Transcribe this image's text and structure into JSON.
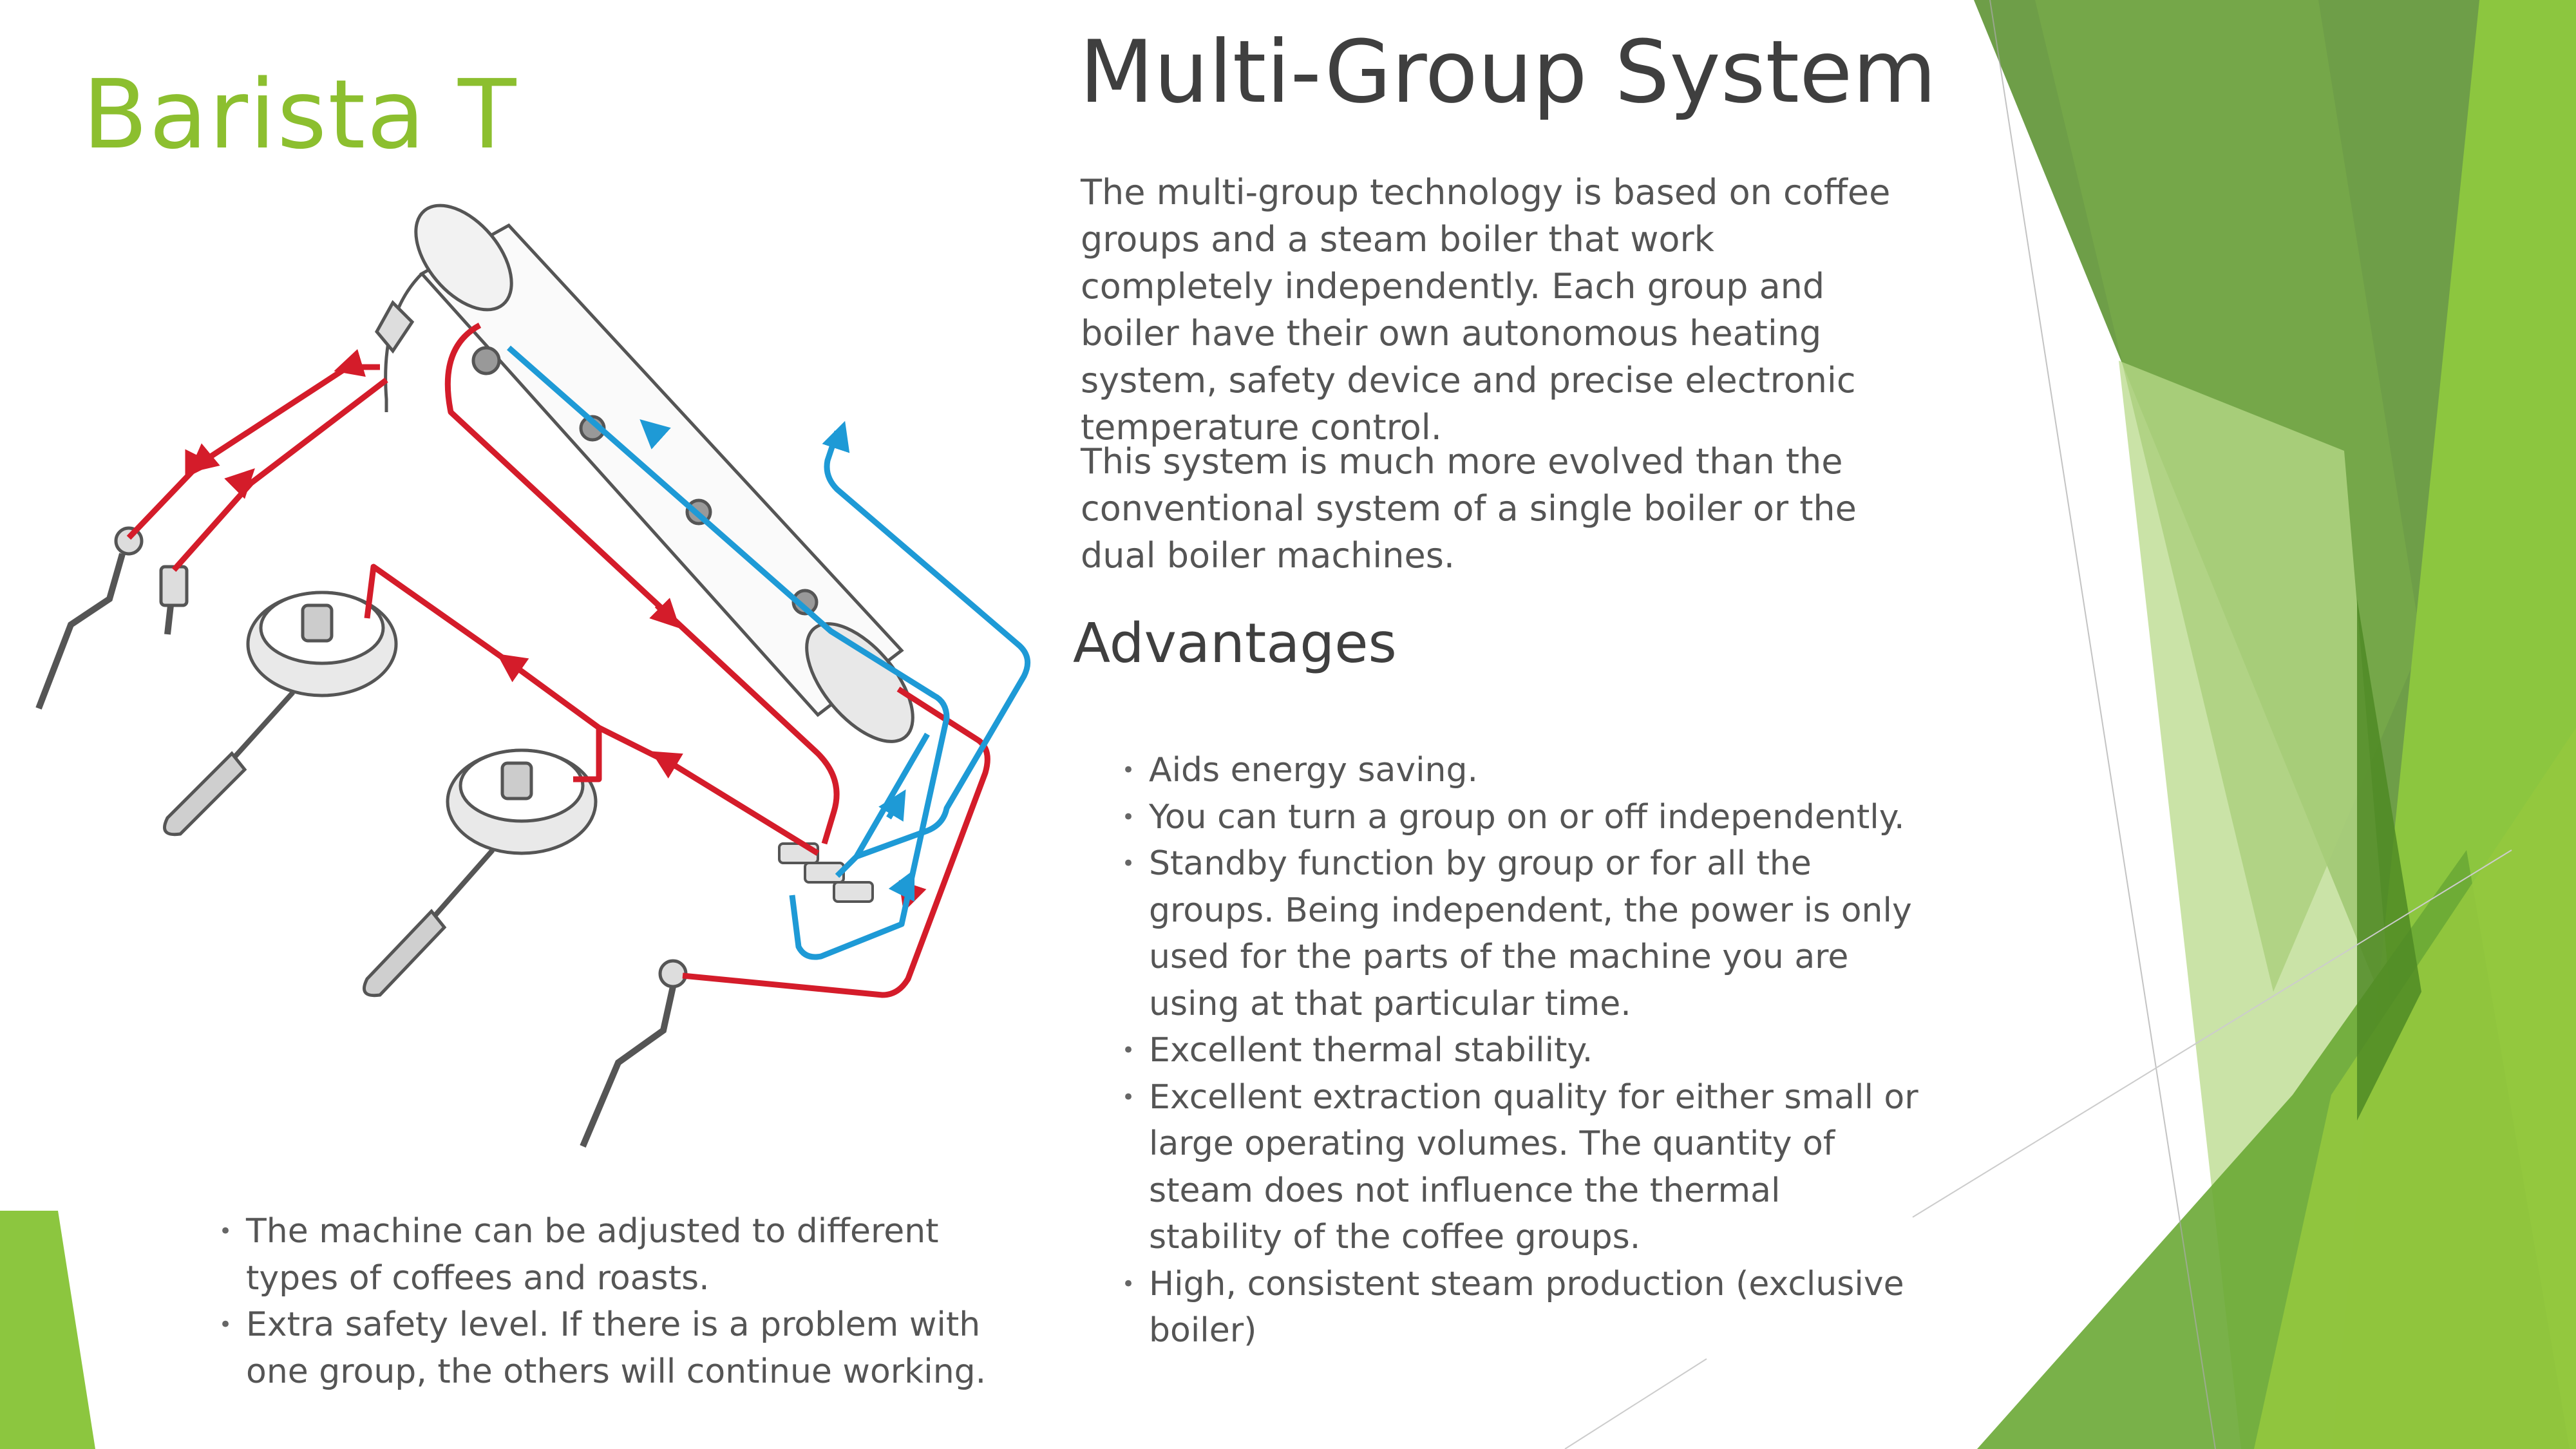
{
  "slide": {
    "title": "Barista T",
    "heading": "Multi-Group System",
    "paragraphs": [
      "The multi-group technology is based on coffee groups and a steam boiler that work completely independently. Each group and boiler have their own autonomous heating system, safety device and precise electronic temperature control.",
      "This system is much more evolved than the conventional system of a single boiler or the dual boiler machines."
    ],
    "advantages_heading": "Advantages",
    "advantages": [
      "Aids energy saving.",
      "You can turn a group on or off independently.",
      "Standby function by group or for all the groups. Being independent, the power is only used for the parts of the machine you are using at that particular time.",
      "Excellent thermal stability.",
      "Excellent extraction quality for either small or large operating volumes. The quantity of steam does not influence the thermal stability of the coffee groups.",
      "High, consistent steam production (exclusive boiler)"
    ],
    "left_bullets": [
      "The machine can be adjusted to different types of coffees and roasts.",
      "Extra safety level. If there is a problem with one group, the others will continue working."
    ]
  },
  "colors": {
    "title": "#8cbf2f",
    "text": "#555555",
    "heading": "#3f3f3f",
    "hot_line": "#d41c2a",
    "cold_line": "#1e9ad6",
    "green_dark": "#6e9e48",
    "green_mid": "#82b838",
    "green_light": "#cfe5a5"
  },
  "diagram": {
    "icons": [
      "steam-boiler-icon",
      "coffee-group-icon",
      "portafilter-icon",
      "steam-wand-icon",
      "hot-water-wand-icon",
      "distribution-manifold-icon"
    ]
  }
}
